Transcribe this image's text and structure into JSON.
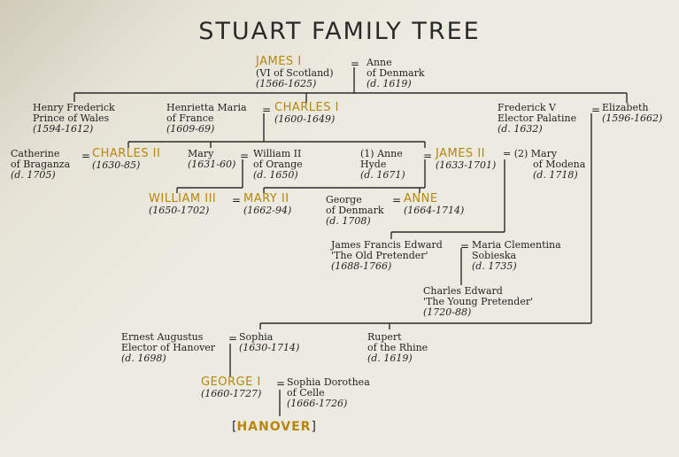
{
  "title": "STUART FAMILY TREE",
  "eq": "=",
  "people": {
    "james1": {
      "name": "JAMES I",
      "line2": "(VI of Scotland)",
      "dates": "(1566-1625)"
    },
    "anne_denmark": {
      "line1": "Anne",
      "line2": "of Denmark",
      "dates": "(d. 1619)"
    },
    "henry": {
      "line1": "Henry Frederick",
      "line2": "Prince of Wales",
      "dates": "(1594-1612)"
    },
    "henrietta": {
      "line1": "Henrietta Maria",
      "line2": "of France",
      "dates": "(1609-69)"
    },
    "charles1": {
      "name": "CHARLES I",
      "dates": "(1600-1649)"
    },
    "frederick": {
      "line1": "Frederick V",
      "line2": "Elector Palatine",
      "dates": "(d. 1632)"
    },
    "elizabeth": {
      "line1": "Elizabeth",
      "dates": "(1596-1662)"
    },
    "catherine": {
      "line1": "Catherine",
      "line2": "of Braganza",
      "dates": "(d. 1705)"
    },
    "charles2": {
      "name": "CHARLES II",
      "dates": "(1630-85)"
    },
    "mary": {
      "line1": "Mary",
      "dates": "(1631-60)"
    },
    "william2": {
      "line1": "William II",
      "line2": "of Orange",
      "dates": "(d. 1650)"
    },
    "anne_hyde": {
      "line1": "(1) Anne",
      "line2": "Hyde",
      "dates": "(d. 1671)"
    },
    "james2": {
      "name": "JAMES II",
      "dates": "(1633-1701)"
    },
    "mary_modena": {
      "line1": "= (2) Mary",
      "line2": "of Modena",
      "dates": "(d. 1718)"
    },
    "william3": {
      "name": "WILLIAM III",
      "dates": "(1650-1702)"
    },
    "mary2": {
      "name": "MARY II",
      "dates": "(1662-94)"
    },
    "george_denmark": {
      "line1": "George",
      "line2": "of Denmark",
      "dates": "(d. 1708)"
    },
    "anne": {
      "name": "ANNE",
      "dates": "(1664-1714)"
    },
    "james_francis": {
      "line1": "James Francis Edward",
      "line2": "'The Old Pretender'",
      "dates": "(1688-1766)"
    },
    "maria_clementina": {
      "line1": "Maria Clementina",
      "line2": "Sobieska",
      "dates": "(d. 1735)"
    },
    "charles_edward": {
      "line1": "Charles Edward",
      "line2": "'The Young Pretender'",
      "dates": "(1720-88)"
    },
    "ernest": {
      "line1": "Ernest Augustus",
      "line2": "Elector of Hanover",
      "dates": "(d. 1698)"
    },
    "sophia": {
      "line1": "Sophia",
      "dates": "(1630-1714)"
    },
    "rupert": {
      "line1": "Rupert",
      "line2": "of the Rhine",
      "dates": "(d. 1619)"
    },
    "george1": {
      "name": "GEORGE I",
      "dates": "(1660-1727)"
    },
    "sophia_dorothea": {
      "line1": "Sophia Dorothea",
      "line2": "of Celle",
      "dates": "(1666-1726)"
    }
  },
  "hanover": {
    "open": "[",
    "label": "HANOVER",
    "close": "]"
  }
}
